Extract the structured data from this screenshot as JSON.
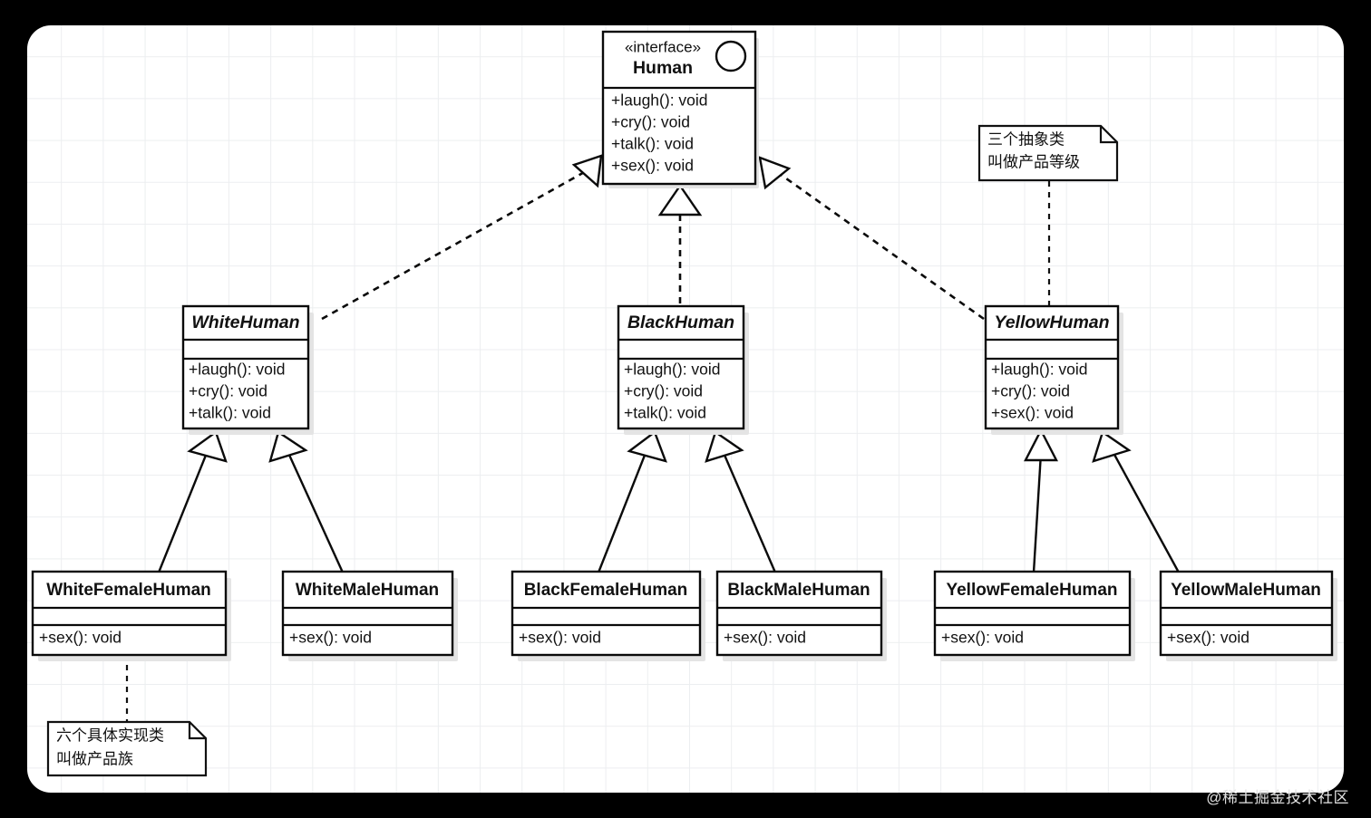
{
  "canvas": {
    "background": "#000000",
    "surface": "#ffffff",
    "grid_color": "#eceef0",
    "line_color": "#0a0a0a"
  },
  "watermark": {
    "text": "@稀土掘金技术社区",
    "color": "#e2e2e2"
  },
  "interface": {
    "stereotype": "«interface»",
    "name": "Human",
    "methods": [
      "+laugh(): void",
      "+cry(): void",
      "+talk(): void",
      "+sex(): void"
    ],
    "lollipop_icon": "interface-circle-icon"
  },
  "abstract_classes": [
    {
      "name": "WhiteHuman",
      "attributes": [],
      "methods": [
        "+laugh(): void",
        "+cry(): void",
        "+talk(): void"
      ]
    },
    {
      "name": "BlackHuman",
      "attributes": [],
      "methods": [
        "+laugh(): void",
        "+cry(): void",
        "+talk(): void"
      ]
    },
    {
      "name": "YellowHuman",
      "attributes": [],
      "methods": [
        "+laugh(): void",
        "+cry(): void",
        "+sex(): void"
      ]
    }
  ],
  "concrete_classes": [
    {
      "name": "WhiteFemaleHuman",
      "attributes": [],
      "methods": [
        "+sex(): void"
      ]
    },
    {
      "name": "WhiteMaleHuman",
      "attributes": [],
      "methods": [
        "+sex(): void"
      ]
    },
    {
      "name": "BlackFemaleHuman",
      "attributes": [],
      "methods": [
        "+sex(): void"
      ]
    },
    {
      "name": "BlackMaleHuman",
      "attributes": [],
      "methods": [
        "+sex(): void"
      ]
    },
    {
      "name": "YellowFemaleHuman",
      "attributes": [],
      "methods": [
        "+sex(): void"
      ]
    },
    {
      "name": "YellowMaleHuman",
      "attributes": [],
      "methods": [
        "+sex(): void"
      ]
    }
  ],
  "notes": [
    {
      "id": "note-product-grade",
      "lines": [
        "三个抽象类",
        "叫做产品等级"
      ]
    },
    {
      "id": "note-product-family",
      "lines": [
        "六个具体实现类",
        "叫做产品族"
      ]
    }
  ],
  "relations": {
    "realization_label": "realization-dashed-hollow-triangle",
    "generalization_label": "generalization-solid-hollow-triangle",
    "note_link_label": "note-dashed-link"
  }
}
